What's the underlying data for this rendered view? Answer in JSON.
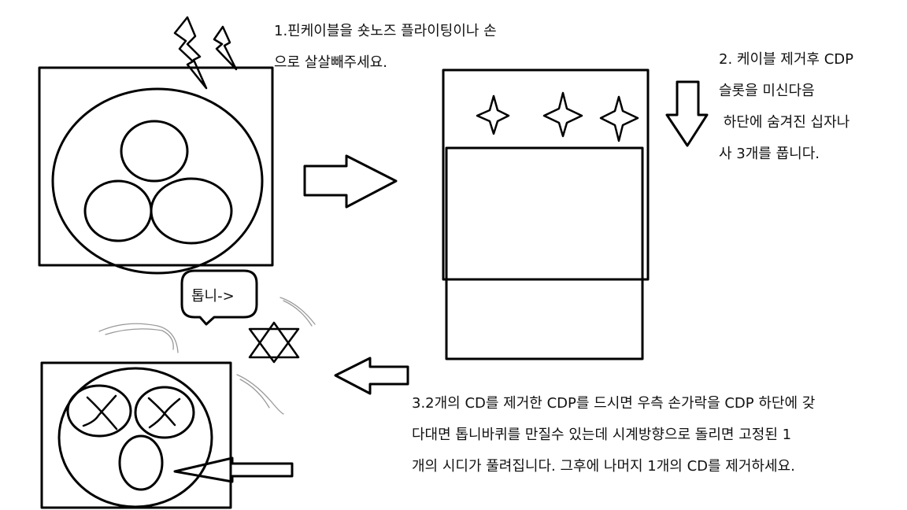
{
  "step1": {
    "line1": "1.핀케이블을 숏노즈 플라이팅이나 손",
    "line2": "으로 살살빼주세요."
  },
  "step2": {
    "line1": "2. 케이블 제거후 CDP",
    "line2": "슬롯을 미신다음",
    "line3": " 하단에 숨겨진 십자나",
    "line4": "사 3개를 풉니다."
  },
  "step3": {
    "line1": "3.2개의 CD를 제거한 CDP를 드시면 우측 손가락을 CDP 하단에 갖",
    "line2": "다대면 톱니바퀴를 만질수 있는데 시계방향으로 돌리면 고정된 1",
    "line3": "개의 시디가 풀려집니다. 그후에 나머지 1개의 CD를 제거하세요."
  },
  "bubble": {
    "label": "톱니->"
  },
  "colors": {
    "stroke": "#000000",
    "background": "#ffffff",
    "sketch": "#9a9a9a"
  }
}
